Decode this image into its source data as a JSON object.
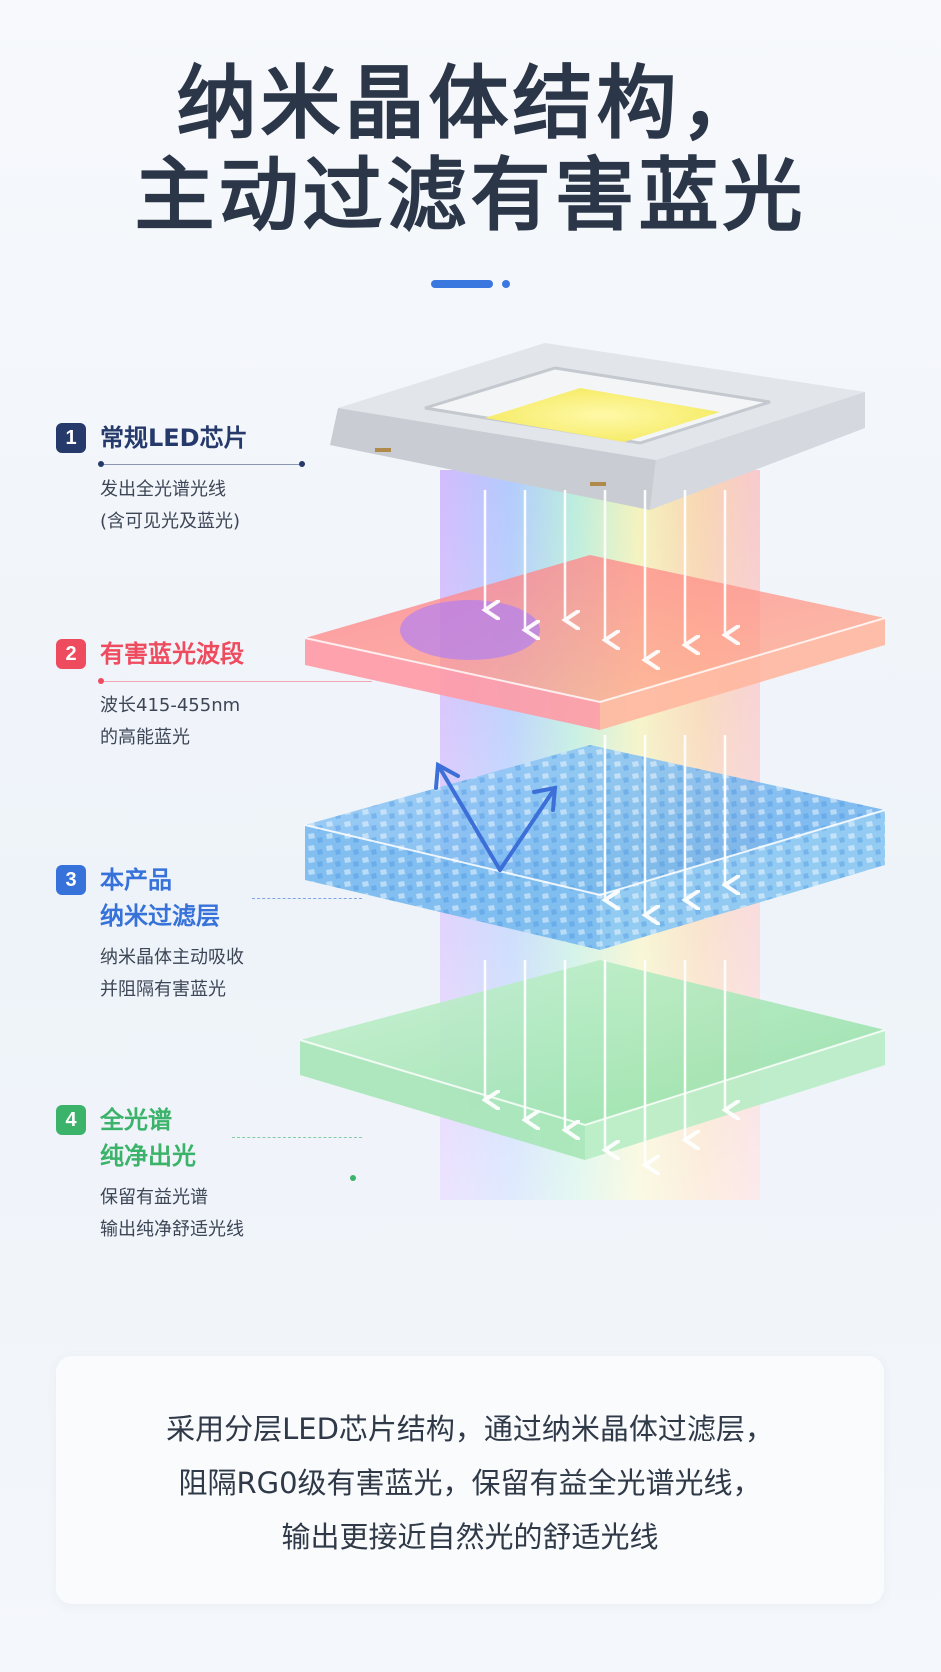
{
  "title": {
    "line1": "纳米晶体结构，",
    "line2": "主动过滤有害蓝光"
  },
  "layers": [
    {
      "number": "1",
      "name_lines": [
        "常规LED芯片"
      ],
      "desc_lines": [
        "发出全光谱光线",
        "(含可见光及蓝光)"
      ],
      "color": "#253a6b"
    },
    {
      "number": "2",
      "name_lines": [
        "有害蓝光波段"
      ],
      "desc_lines": [
        "波长415-455nm",
        "的高能蓝光"
      ],
      "color": "#ef4b5f"
    },
    {
      "number": "3",
      "name_lines": [
        "本产品",
        "纳米过滤层"
      ],
      "desc_lines": [
        "纳米晶体主动吸收",
        "并阻隔有害蓝光"
      ],
      "color": "#3672d9"
    },
    {
      "number": "4",
      "name_lines": [
        "全光谱",
        "纯净出光"
      ],
      "desc_lines": [
        "保留有益光谱",
        "输出纯净舒适光线"
      ],
      "color": "#3bb36a"
    }
  ],
  "caption": {
    "lines": [
      "采用分层LED芯片结构，通过纳米晶体过滤层，",
      "阻隔RG0级有害蓝光，保留有益全光谱光线，",
      "输出更接近自然光的舒适光线"
    ]
  },
  "colors": {
    "accent": "#3a78e0",
    "title": "#2b3748",
    "chip": "#d9dce2",
    "blue_band": "#f56f7e",
    "nano_layer": "#6fb4ec",
    "output_layer": "#9fe3b0"
  }
}
